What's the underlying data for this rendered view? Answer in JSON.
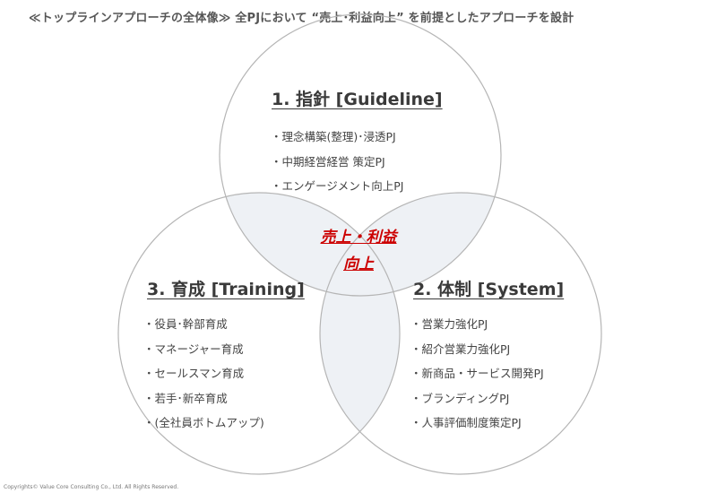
{
  "title": "≪トップラインアプローチの全体像≫ 全PJにおいて “売上･利益向上” を前提としたアプローチを設計",
  "circles": [
    {
      "heading": "1. 指針 [Guideline]",
      "items": [
        "理念構築(整理)･浸透PJ",
        "中期経営経営 策定PJ",
        "エンゲージメント向上PJ"
      ]
    },
    {
      "heading": "2. 体制 [System]",
      "items": [
        "営業力強化PJ",
        "紹介営業力強化PJ",
        "新商品・サービス開発PJ",
        "ブランディングPJ",
        "人事評価制度策定PJ"
      ]
    },
    {
      "heading": "3. 育成 [Training]",
      "items": [
        "役員･幹部育成",
        "マネージャー育成",
        "セールスマン育成",
        "若手･新卒育成",
        "(全社員ボトムアップ)"
      ]
    }
  ],
  "center": {
    "line1": "売上・利益",
    "line2": "向上"
  },
  "copyright": "Copyrights© Value Core Consulting Co., Ltd. All Rights Reserved.",
  "colors": {
    "circle_stroke": "#b5b5b5",
    "overlap_fill": "#eef1f5",
    "center_text": "#cc0000"
  }
}
